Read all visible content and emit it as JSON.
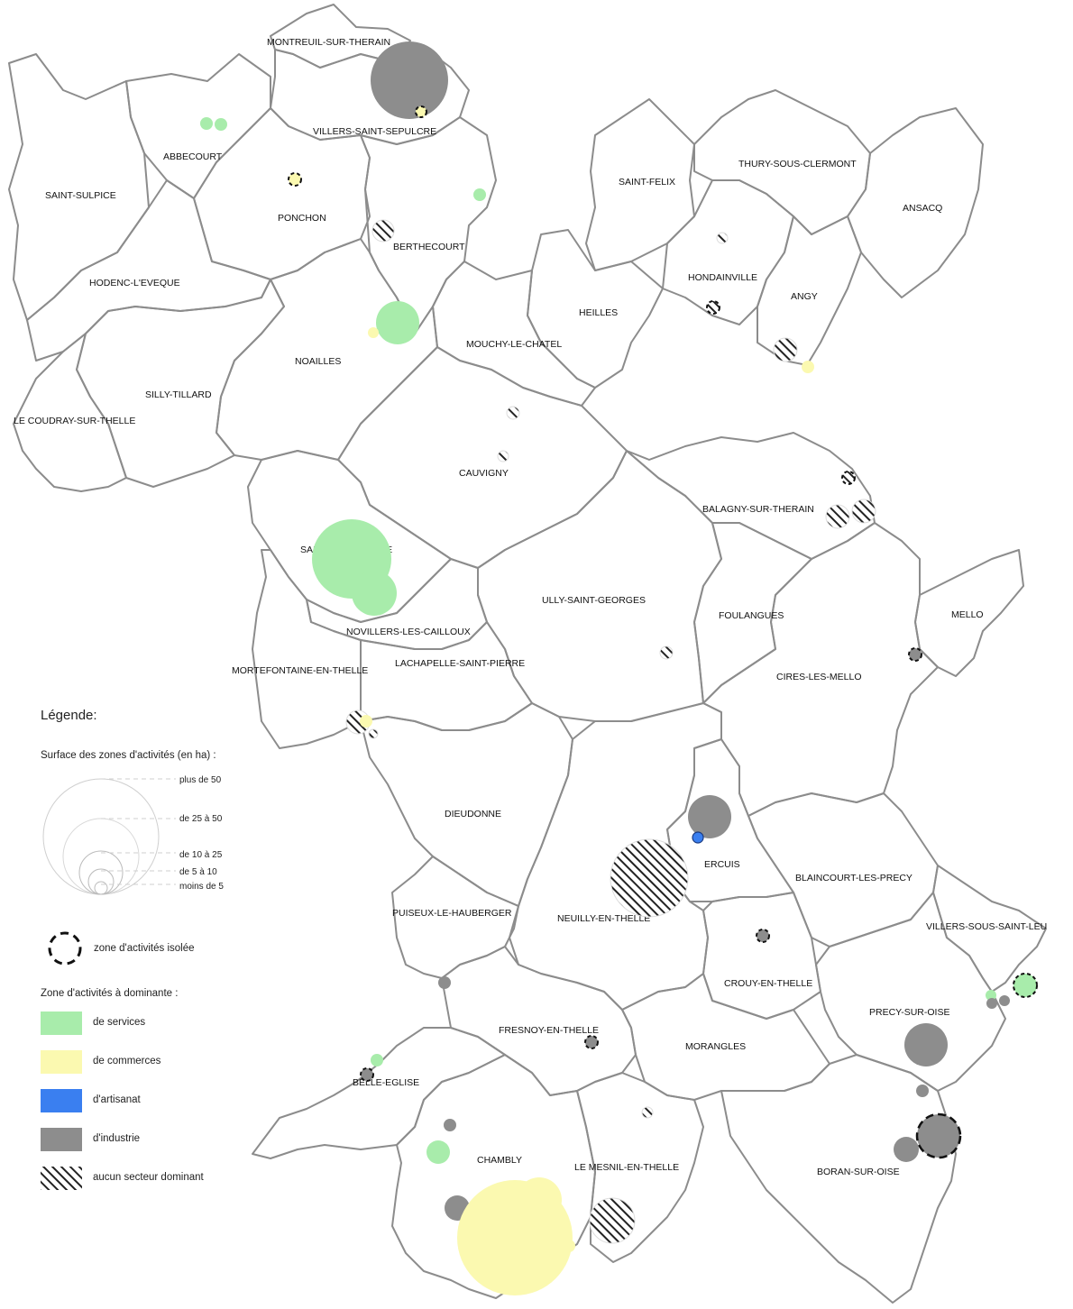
{
  "colors": {
    "boundary": "#8c8c8c",
    "services": "#a8ecab",
    "commerces": "#fbf9b0",
    "artisanat": "#3a7ff0",
    "industrie": "#8d8d8d",
    "hatch": "#222222"
  },
  "communes": [
    "MONTREUIL-SUR-THERAIN",
    "VILLERS-SAINT-SEPULCRE",
    "ABBECOURT",
    "SAINT-SULPICE",
    "PONCHON",
    "BERTHECOURT",
    "SAINT-FELIX",
    "THURY-SOUS-CLERMONT",
    "ANSACQ",
    "HONDAINVILLE",
    "ANGY",
    "HODENC-L'EVEQUE",
    "HEILLES",
    "MOUCHY-LE-CHATEL",
    "NOAILLES",
    "SILLY-TILLARD",
    "LE COUDRAY-SUR-THELLE",
    "CAUVIGNY",
    "BALAGNY-SUR-THERAIN",
    "SAINTE-GENEVIEVE",
    "ULLY-SAINT-GEORGES",
    "FOULANGUES",
    "MELLO",
    "NOVILLERS-LES-CAILLOUX",
    "MORTEFONTAINE-EN-THELLE",
    "LACHAPELLE-SAINT-PIERRE",
    "CIRES-LES-MELLO",
    "DIEUDONNE",
    "ERCUIS",
    "BLAINCOURT-LES-PRECY",
    "PUISEUX-LE-HAUBERGER",
    "NEUILLY-EN-THELLE",
    "VILLERS-SOUS-SAINT-LEU",
    "CROUY-EN-THELLE",
    "PRECY-SUR-OISE",
    "FRESNOY-EN-THELLE",
    "MORANGLES",
    "BELLE-EGLISE",
    "CHAMBLY",
    "LE MESNIL-EN-THELLE",
    "BORAN-SUR-OISE"
  ],
  "zones": [
    {
      "type": "industrie",
      "size_class": "plus de 50",
      "isolated": false
    },
    {
      "type": "commerces",
      "size_class": "moins de 5",
      "isolated": true
    },
    {
      "type": "services",
      "size_class": "moins de 5",
      "isolated": false
    },
    {
      "type": "services",
      "size_class": "moins de 5",
      "isolated": false
    },
    {
      "type": "commerces",
      "size_class": "moins de 5",
      "isolated": true
    },
    {
      "type": "services",
      "size_class": "moins de 5",
      "isolated": false
    },
    {
      "type": "aucun",
      "size_class": "moins de 5",
      "isolated": false
    },
    {
      "type": "services",
      "size_class": "de 10 à 25",
      "isolated": false
    },
    {
      "type": "commerces",
      "size_class": "moins de 5",
      "isolated": false
    },
    {
      "type": "aucun",
      "size_class": "moins de 5",
      "isolated": false
    },
    {
      "type": "aucun",
      "size_class": "moins de 5",
      "isolated": true
    },
    {
      "type": "aucun",
      "size_class": "moins de 5",
      "isolated": false
    },
    {
      "type": "commerces",
      "size_class": "moins de 5",
      "isolated": false
    },
    {
      "type": "aucun",
      "size_class": "moins de 5",
      "isolated": false
    },
    {
      "type": "aucun",
      "size_class": "moins de 5",
      "isolated": false
    },
    {
      "type": "aucun",
      "size_class": "moins de 5",
      "isolated": true
    },
    {
      "type": "aucun",
      "size_class": "moins de 5",
      "isolated": false
    },
    {
      "type": "aucun",
      "size_class": "moins de 5",
      "isolated": false
    },
    {
      "type": "services",
      "size_class": "de 25 à 50",
      "isolated": false
    },
    {
      "type": "services",
      "size_class": "de 10 à 25",
      "isolated": false
    },
    {
      "type": "aucun",
      "size_class": "moins de 5",
      "isolated": false
    },
    {
      "type": "industrie",
      "size_class": "moins de 5",
      "isolated": true
    },
    {
      "type": "aucun",
      "size_class": "moins de 5",
      "isolated": false
    },
    {
      "type": "commerces",
      "size_class": "moins de 5",
      "isolated": false
    },
    {
      "type": "aucun",
      "size_class": "moins de 5",
      "isolated": false
    },
    {
      "type": "industrie",
      "size_class": "de 10 à 25",
      "isolated": false
    },
    {
      "type": "artisanat",
      "size_class": "moins de 5",
      "isolated": false
    },
    {
      "type": "aucun",
      "size_class": "plus de 50",
      "isolated": false
    },
    {
      "type": "industrie",
      "size_class": "moins de 5",
      "isolated": true
    },
    {
      "type": "services",
      "size_class": "moins de 5",
      "isolated": false
    },
    {
      "type": "industrie",
      "size_class": "moins de 5",
      "isolated": true
    },
    {
      "type": "services",
      "size_class": "moins de 5",
      "isolated": false
    },
    {
      "type": "industrie",
      "size_class": "moins de 5",
      "isolated": false
    },
    {
      "type": "industrie",
      "size_class": "moins de 5",
      "isolated": false
    },
    {
      "type": "industrie",
      "size_class": "moins de 5",
      "isolated": true
    },
    {
      "type": "services",
      "size_class": "moins de 5",
      "isolated": true
    },
    {
      "type": "industrie",
      "size_class": "moins de 5",
      "isolated": false
    },
    {
      "type": "industrie",
      "size_class": "de 10 à 25",
      "isolated": false
    },
    {
      "type": "industrie",
      "size_class": "moins de 5",
      "isolated": false
    },
    {
      "type": "industrie",
      "size_class": "de 10 à 25",
      "isolated": true
    },
    {
      "type": "industrie",
      "size_class": "de 5 à 10",
      "isolated": false
    },
    {
      "type": "industrie",
      "size_class": "moins de 5",
      "isolated": false
    },
    {
      "type": "services",
      "size_class": "de 5 à 10",
      "isolated": false
    },
    {
      "type": "industrie",
      "size_class": "moins de 5",
      "isolated": false
    },
    {
      "type": "commerces",
      "size_class": "plus de 50",
      "isolated": false
    },
    {
      "type": "commerces",
      "size_class": "de 10 à 25",
      "isolated": false
    },
    {
      "type": "commerces",
      "size_class": "moins de 5",
      "isolated": false
    },
    {
      "type": "aucun",
      "size_class": "moins de 5",
      "isolated": false
    },
    {
      "type": "aucun",
      "size_class": "de 10 à 25",
      "isolated": false
    }
  ],
  "legend": {
    "title": "Légende:",
    "surface_title": "Surface des zones d'activités (en ha) :",
    "size_classes": [
      "plus de 50",
      "de 25 à 50",
      "de 10 à 25",
      "de 5 à 10",
      "moins de 5"
    ],
    "isolated_label": "zone d'activités isolée",
    "dominant_title": "Zone d'activités à dominante :",
    "categories": [
      {
        "key": "services",
        "label": "de services",
        "color": "#a8ecab"
      },
      {
        "key": "commerces",
        "label": "de commerces",
        "color": "#fbf9b0"
      },
      {
        "key": "artisanat",
        "label": "d'artisanat",
        "color": "#3a7ff0"
      },
      {
        "key": "industrie",
        "label": "d'industrie",
        "color": "#8d8d8d"
      },
      {
        "key": "aucun",
        "label": "aucun secteur dominant",
        "color": "hatch"
      }
    ]
  }
}
